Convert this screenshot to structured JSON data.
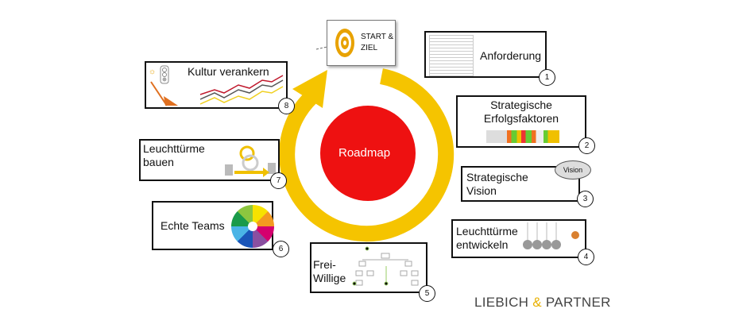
{
  "center": {
    "label": "Roadmap"
  },
  "start": {
    "label_line1": "START &",
    "label_line2": "ZIEL"
  },
  "steps": [
    {
      "number": "1",
      "label": "Anforderung"
    },
    {
      "number": "2",
      "label_line1": "Strategische",
      "label_line2": "Erfolgsfaktoren"
    },
    {
      "number": "3",
      "label_line1": "Strategische",
      "label_line2": "Vision",
      "bubble": "Vision"
    },
    {
      "number": "4",
      "label_line1": "Leuchttürme",
      "label_line2": "entwickeln"
    },
    {
      "number": "5",
      "label_line1": "Frei-",
      "label_line2": "Willige"
    },
    {
      "number": "6",
      "label": "Echte Teams"
    },
    {
      "number": "7",
      "label_line1": "Leuchttürme",
      "label_line2": "bauen"
    },
    {
      "number": "8",
      "label": "Kultur verankern"
    }
  ],
  "logo": {
    "part1": "LIEBICH ",
    "amp": "&",
    "part2": " PARTNER"
  },
  "colors": {
    "ring": "#f5c400",
    "center": "#ee1111",
    "accent": "#e8a200"
  }
}
